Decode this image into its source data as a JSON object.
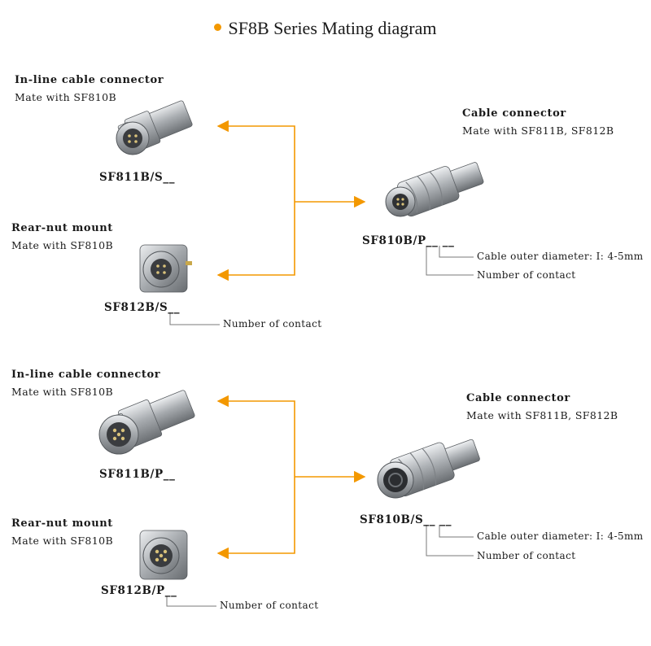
{
  "title": "SF8B Series Mating diagram",
  "colors": {
    "accent": "#f39800",
    "leader": "#7a7a7a",
    "metal": "#b8bcc0"
  },
  "top": {
    "inline": {
      "heading": "In-line cable connector",
      "mate": "Mate with  SF810B",
      "part": "SF811B/S__"
    },
    "rear": {
      "heading": "Rear-nut mount",
      "mate": "Mate with  SF810B",
      "part": "SF812B/S__",
      "note": "Number  of  contact"
    },
    "cable": {
      "heading": "Cable  connector",
      "mate": "Mate with  SF811B, SF812B",
      "part": "SF810B/P__ __",
      "note1": "Cable outer diameter: I: 4-5mm",
      "note2": "Number  of  contact"
    }
  },
  "bottom": {
    "inline": {
      "heading": "In-line cable connector",
      "mate": "Mate with  SF810B",
      "part": "SF811B/P__"
    },
    "rear": {
      "heading": "Rear-nut mount",
      "mate": "Mate with  SF810B",
      "part": "SF812B/P__",
      "note": "Number  of  contact"
    },
    "cable": {
      "heading": "Cable  connector",
      "mate": "Mate with  SF811B, SF812B",
      "part": "SF810B/S__ __",
      "note1": "Cable outer diameter: I: 4-5mm",
      "note2": "Number  of  contact"
    }
  }
}
